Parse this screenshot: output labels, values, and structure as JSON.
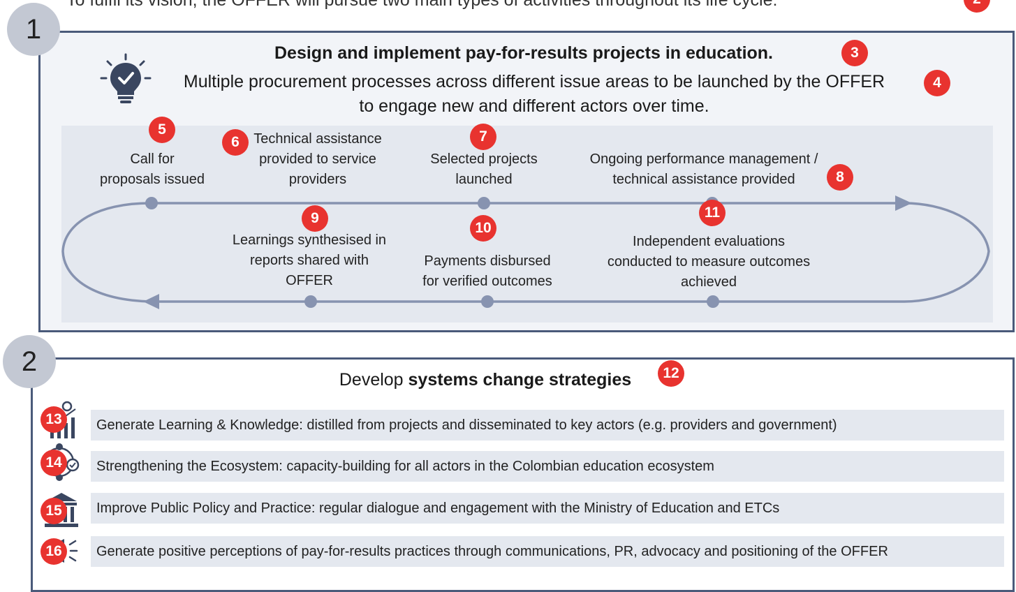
{
  "header_text": "To fulfil its vision, the OFFER will pursue two main types of activities throughout its life cycle:",
  "section1": {
    "number": "1",
    "title": "Design and implement pay-for-results projects in education.",
    "subtitle_line1": "Multiple procurement processes across different issue areas to be launched by the OFFER",
    "subtitle_line2": "to engage new and different actors over time.",
    "markers": {
      "title": "3",
      "subtitle": "4"
    },
    "steps_top": [
      {
        "marker": "5",
        "line1": "Call for",
        "line2": "proposals issued",
        "line3": ""
      },
      {
        "marker": "6",
        "line1": "Technical assistance",
        "line2": "provided to service",
        "line3": "providers"
      },
      {
        "marker": "7",
        "line1": "Selected projects",
        "line2": "launched",
        "line3": ""
      },
      {
        "marker": "8",
        "line1": "Ongoing performance management /",
        "line2": "technical assistance provided",
        "line3": ""
      }
    ],
    "steps_bottom": [
      {
        "marker": "9",
        "line1": "Learnings synthesised in",
        "line2": "reports shared with",
        "line3": "OFFER"
      },
      {
        "marker": "10",
        "line1": "Payments disbursed",
        "line2": "for verified outcomes",
        "line3": ""
      },
      {
        "marker": "11",
        "line1": "Independent evaluations",
        "line2": "conducted to measure outcomes",
        "line3": "achieved"
      }
    ]
  },
  "section2": {
    "number": "2",
    "title_plain": "Develop ",
    "title_bold": "systems change strategies",
    "marker": "12",
    "strategies": [
      {
        "marker": "13",
        "icon": "chart-gear-icon",
        "text": "Generate Learning & Knowledge: distilled from projects and disseminated to key actors (e.g. providers and government)"
      },
      {
        "marker": "14",
        "icon": "ecosystem-icon",
        "text": "Strengthening the Ecosystem: capacity-building for all actors in the Colombian education ecosystem"
      },
      {
        "marker": "15",
        "icon": "government-building-icon",
        "text": "Improve Public Policy and Practice: regular dialogue and engagement with the Ministry of Education and ETCs"
      },
      {
        "marker": "16",
        "icon": "megaphone-icon",
        "text": "Generate positive perceptions of pay-for-results practices through communications, PR, advocacy and positioning of the OFFER"
      }
    ]
  },
  "colors": {
    "marker": "#e8332f",
    "frame": "#4a5a7a",
    "panel": "#e4e8ef",
    "arrow": "#8793b0"
  }
}
